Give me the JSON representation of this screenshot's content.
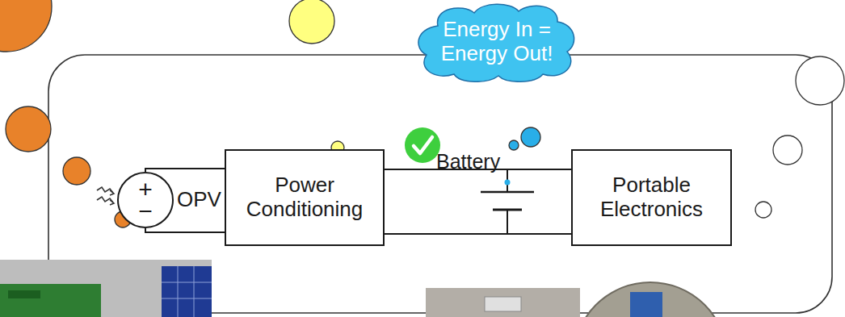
{
  "diagram": {
    "nodes": [
      {
        "text": [
          "Energy In = Energy Out!"
        ]
      },
      {
        "text": [
          "OPV"
        ]
      },
      {
        "text": [
          "Power Conditioning"
        ]
      },
      {
        "text": [
          "Portable Electronics"
        ]
      }
    ],
    "edges": [
      {
        "from": 1,
        "to": 2,
        "arrow": "none"
      },
      {
        "from": 2,
        "to": 3,
        "arrow": "none"
      }
    ],
    "labels": [
      "+",
      "−",
      "Battery"
    ]
  }
}
